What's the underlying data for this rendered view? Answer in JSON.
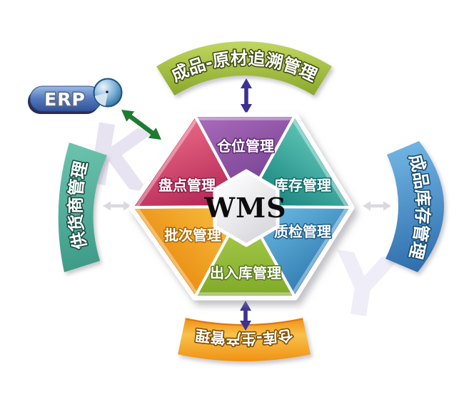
{
  "center": {
    "label": "WMS",
    "text_color": "#0d0d0d",
    "fill_light": "#ffffff",
    "fill_dark": "#d5d5da"
  },
  "erp": {
    "label": "ERP",
    "pill_top": "#9dbce3",
    "pill_mid": "#5179bb",
    "pill_bottom": "#31529b",
    "shadow": "#2c2d52",
    "text_outline": "#5a6b8c",
    "sphere_hi": "#eaf5fb",
    "sphere_mid": "#7fb2d8",
    "sphere_dark": "#2e6d9e",
    "sphere_rim": "#1b4f7e",
    "sphere_wedge": "#d8e6ef"
  },
  "segments": [
    {
      "label": "仓位管理",
      "light": "#a768b8",
      "dark": "#6e3c8c",
      "outline": "#5a2670"
    },
    {
      "label": "库存管理",
      "light": "#5fc4b6",
      "dark": "#17837c",
      "outline": "#0e6b66"
    },
    {
      "label": "质检管理",
      "light": "#63b0db",
      "dark": "#2b76ab",
      "outline": "#1b5a86"
    },
    {
      "label": "出入库管理",
      "light": "#a9cc4d",
      "dark": "#7fa827",
      "outline": "#55741a"
    },
    {
      "label": "批次管理",
      "light": "#f8bb3d",
      "dark": "#e8890f",
      "outline": "#a86400"
    },
    {
      "label": "盘点管理",
      "light": "#e4607f",
      "dark": "#b22757",
      "outline": "#8e1b44"
    }
  ],
  "banners": {
    "top": {
      "label": "成品-原材追溯管理",
      "light": "#c1d661",
      "dark": "#8aa82b",
      "outline": "#3f4c12"
    },
    "right": {
      "label": "成品库存管理",
      "light": "#6fb2e0",
      "dark": "#2f6fae",
      "outline": "#17496e"
    },
    "bottom": {
      "label": "仓库-生产管理",
      "light": "#f9c04a",
      "dark": "#ef9214",
      "rim": "#e07812",
      "outline": "#7a4a00"
    },
    "left": {
      "label": "供货商管理",
      "light": "#6cc3ad",
      "dark": "#3c9a87",
      "outline": "#1c4a42"
    }
  },
  "arrows": {
    "purple": "#3e3192",
    "green": "#1e7b2f",
    "gray": "#d9d9df"
  },
  "watermark": {
    "letter_left": "K",
    "letter_right": "Y",
    "color_left": "#e3dfef",
    "color_right": "#edebf6"
  }
}
